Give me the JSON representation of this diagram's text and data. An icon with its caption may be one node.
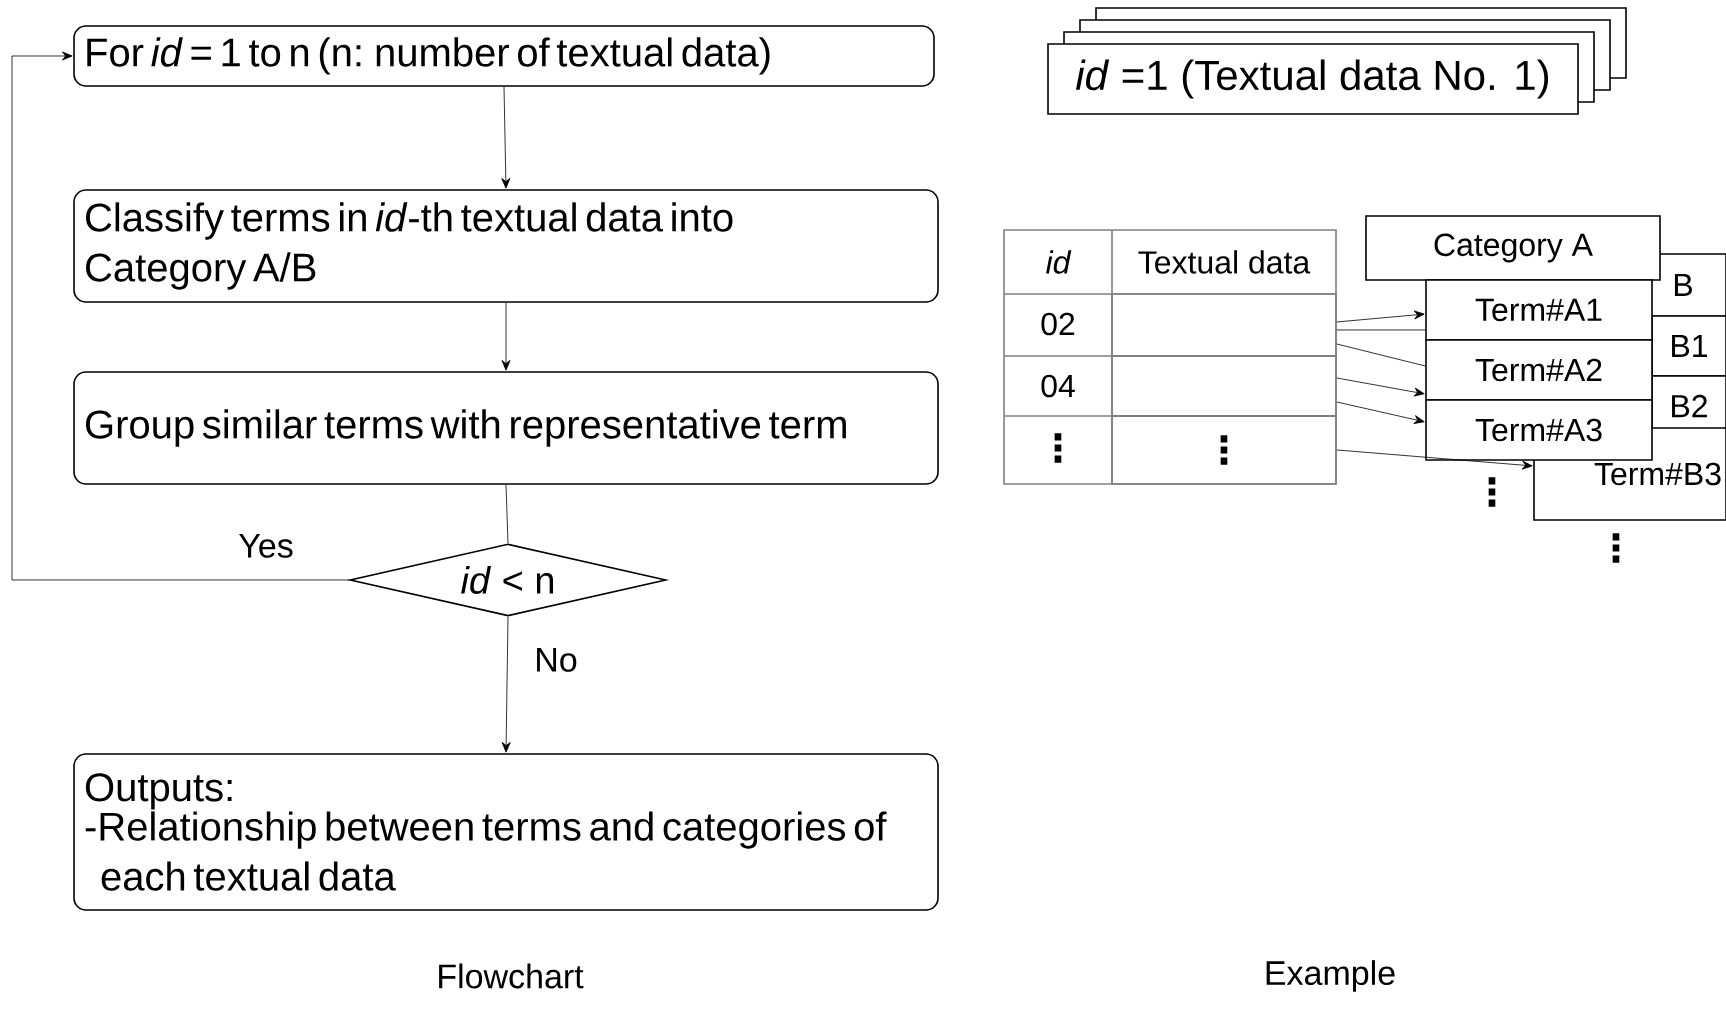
{
  "diagram": {
    "nodes": [
      {
        "text": [
          "For *id* = 1 to n (n: number of textual data)"
        ]
      },
      {
        "text": [
          "Classify terms in *id*-th textual data into Category A/B"
        ]
      },
      {
        "text": [
          "Group similar terms with representative term"
        ]
      },
      {
        "text": [
          "*id* < n"
        ]
      },
      {
        "text": [
          "Outputs:",
          "-Relationship between terms and categories of each textual data"
        ]
      },
      {
        "text": [
          "*id* =1 (Textual data No. 1)"
        ]
      },
      {
        "text": [
          "Category A"
        ]
      },
      {
        "text": [
          "B"
        ]
      },
      {
        "text": [
          "Term#A1"
        ]
      },
      {
        "text": [
          "Term#A2"
        ]
      },
      {
        "text": [
          "Term#A3"
        ]
      },
      {
        "text": [
          "B1"
        ]
      },
      {
        "text": [
          "B2"
        ]
      },
      {
        "text": [
          "Term#B3"
        ]
      },
      {
        "text": [],
        "shape": "box"
      },
      {
        "text": [],
        "shape": "box"
      },
      {
        "text": [
          "⋮"
        ]
      }
    ],
    "edges": [
      {
        "from": 0,
        "to": 1,
        "arrow": "to"
      },
      {
        "from": 1,
        "to": 2,
        "arrow": "to"
      },
      {
        "from": 2,
        "to": 3,
        "arrow": "none"
      },
      {
        "from": 3,
        "to": 0,
        "arrow": "to",
        "label": "Yes"
      },
      {
        "from": 3,
        "to": 4,
        "arrow": "to",
        "label": "No"
      },
      {
        "from": 14,
        "to": 8,
        "arrow": "to"
      },
      {
        "from": 14,
        "to": 8,
        "arrow": "none"
      },
      {
        "from": 14,
        "to": 9,
        "arrow": "none"
      },
      {
        "from": 15,
        "to": 9,
        "arrow": "to"
      },
      {
        "from": 15,
        "to": 10,
        "arrow": "to"
      },
      {
        "from": 16,
        "to": 13,
        "arrow": "to"
      }
    ],
    "labels": [
      "id",
      "Textual data",
      "02",
      "04",
      "⋮",
      "⋮",
      "⋮",
      "Flowchart",
      "Example"
    ]
  }
}
